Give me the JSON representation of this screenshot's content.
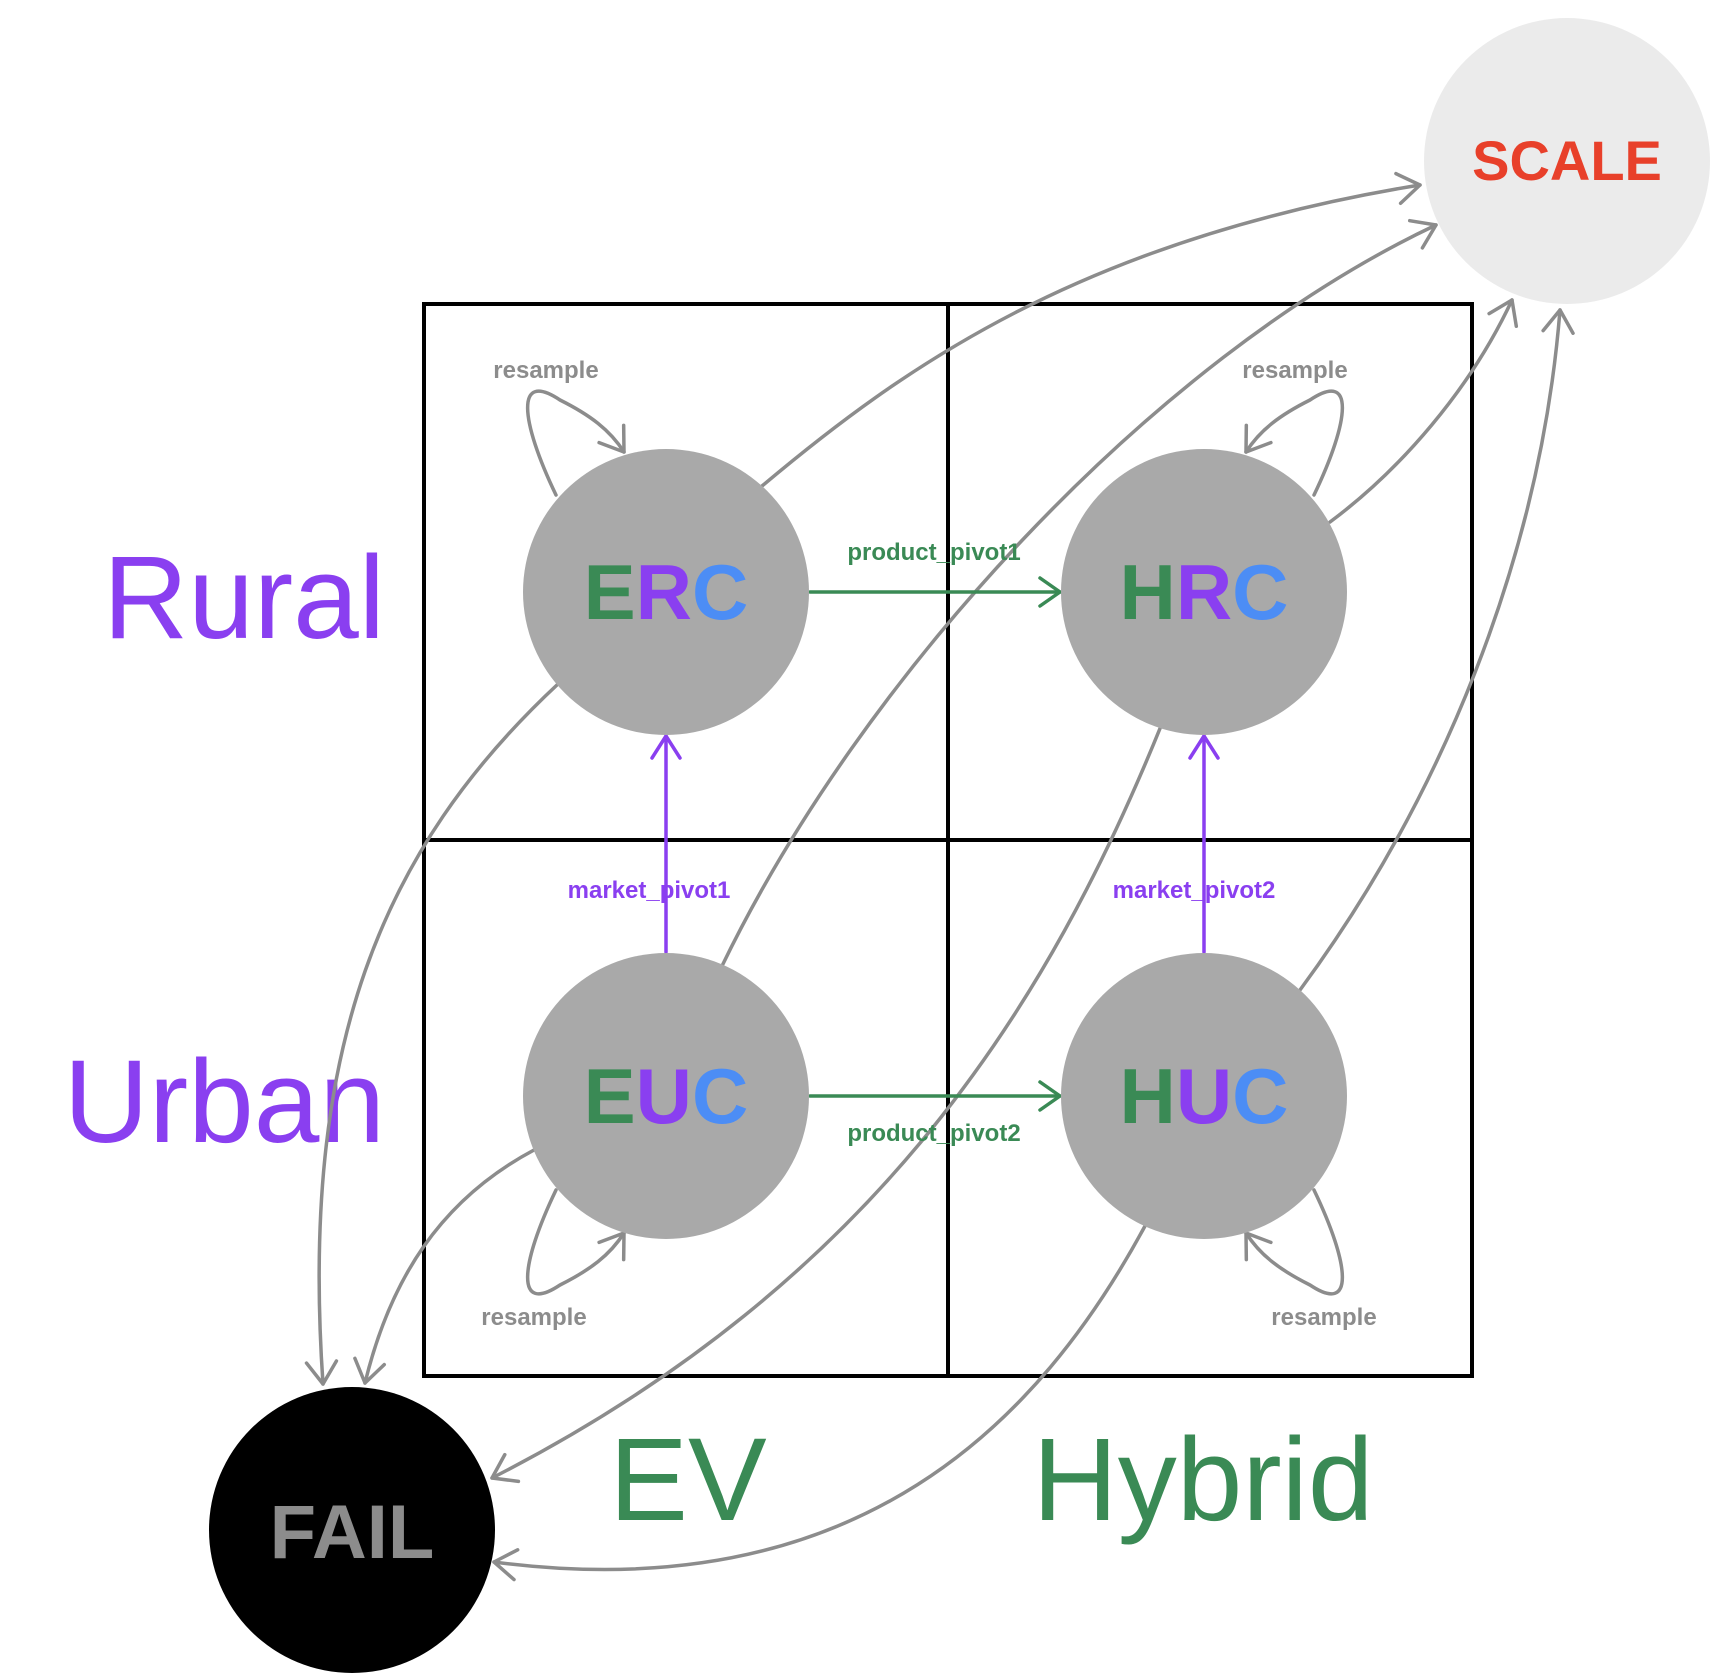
{
  "colors": {
    "purple": "#8a3ff0",
    "green": "#3a8a55",
    "blue": "#4c8df5",
    "gray_node": "#a9a9a9",
    "gray_edge": "#8c8c8c",
    "scale_fill": "#ebebeb",
    "scale_text": "#e8402a",
    "fail_fill": "#000000",
    "fail_text": "#8c8c8c"
  },
  "row_labels": {
    "rural": "Rural",
    "urban": "Urban"
  },
  "col_labels": {
    "ev": "EV",
    "hybrid": "Hybrid"
  },
  "nodes": {
    "erc": {
      "p1": "E",
      "p2": "R",
      "p3": "C"
    },
    "hrc": {
      "p1": "H",
      "p2": "R",
      "p3": "C"
    },
    "euc": {
      "p1": "E",
      "p2": "U",
      "p3": "C"
    },
    "huc": {
      "p1": "H",
      "p2": "U",
      "p3": "C"
    },
    "scale": "SCALE",
    "fail": "FAIL"
  },
  "edge_labels": {
    "product_pivot1": "product_pivot1",
    "product_pivot2": "product_pivot2",
    "market_pivot1": "market_pivot1",
    "market_pivot2": "market_pivot2",
    "resample_erc": "resample",
    "resample_hrc": "resample",
    "resample_euc": "resample",
    "resample_huc": "resample"
  }
}
